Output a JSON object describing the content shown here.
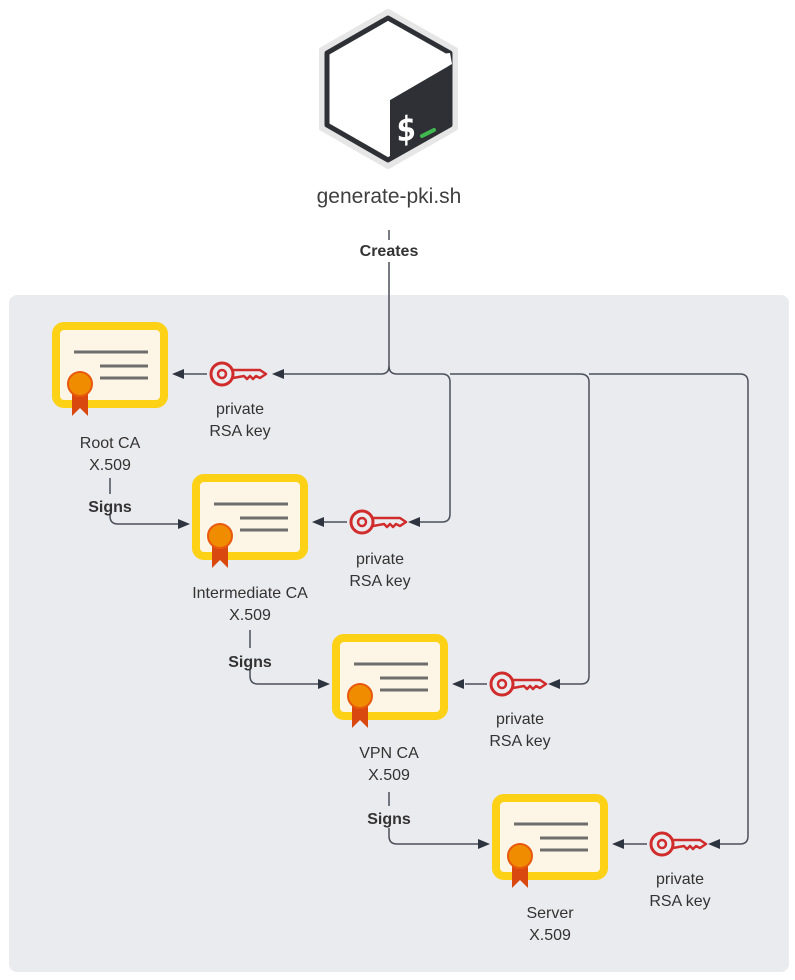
{
  "script": {
    "name": "generate-pki.sh",
    "icon": "bash-terminal-icon"
  },
  "edges": {
    "creates": "Creates",
    "signs": "Signs"
  },
  "certificates": [
    {
      "id": "root",
      "line1": "Root CA",
      "line2": "X.509"
    },
    {
      "id": "intermediate",
      "line1": "Intermediate CA",
      "line2": "X.509"
    },
    {
      "id": "vpn",
      "line1": "VPN CA",
      "line2": "X.509"
    },
    {
      "id": "server",
      "line1": "Server",
      "line2": "X.509"
    }
  ],
  "keys": [
    {
      "line1": "private",
      "line2": "RSA key"
    },
    {
      "line1": "private",
      "line2": "RSA key"
    },
    {
      "line1": "private",
      "line2": "RSA key"
    },
    {
      "line1": "private",
      "line2": "RSA key"
    }
  ],
  "colors": {
    "container": "#eaebef",
    "certificate_border": "#fcd116",
    "certificate_paper": "#fdf6e6",
    "ribbon": "#f08c00",
    "key": "#d12c2c",
    "connector": "#4a4f5a"
  }
}
